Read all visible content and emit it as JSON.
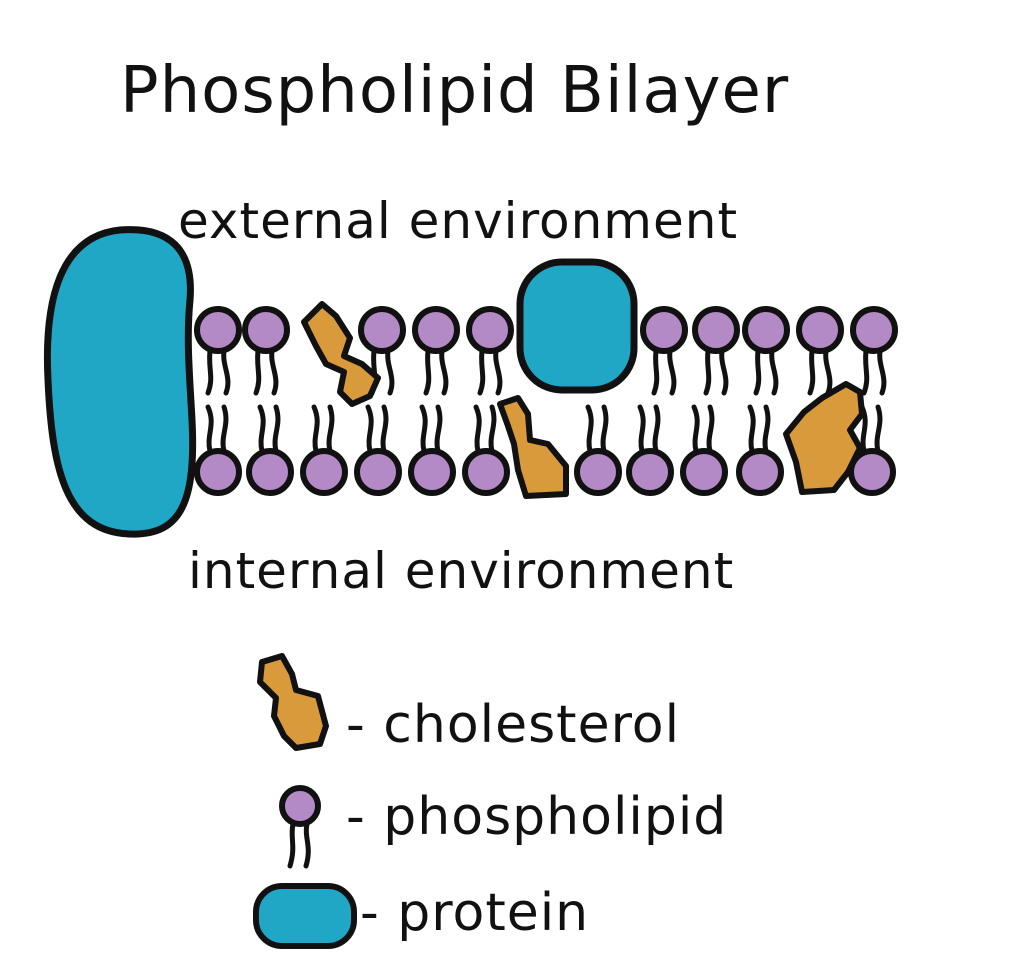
{
  "title": "Phospholipid Bilayer",
  "labels": {
    "external": "external environment",
    "internal": "internal environment"
  },
  "legend": {
    "cholesterol": "- cholesterol",
    "phospholipid": "- phospholipid",
    "protein": "- protein"
  },
  "colors": {
    "phospholipid_head": "#b48ac6",
    "cholesterol": "#d99a3c",
    "protein": "#21a7c6",
    "outline": "#111111",
    "background": "#ffffff"
  },
  "icons": {
    "phospholipid": "phospholipid-icon",
    "cholesterol": "cholesterol-icon",
    "protein": "protein-icon"
  }
}
